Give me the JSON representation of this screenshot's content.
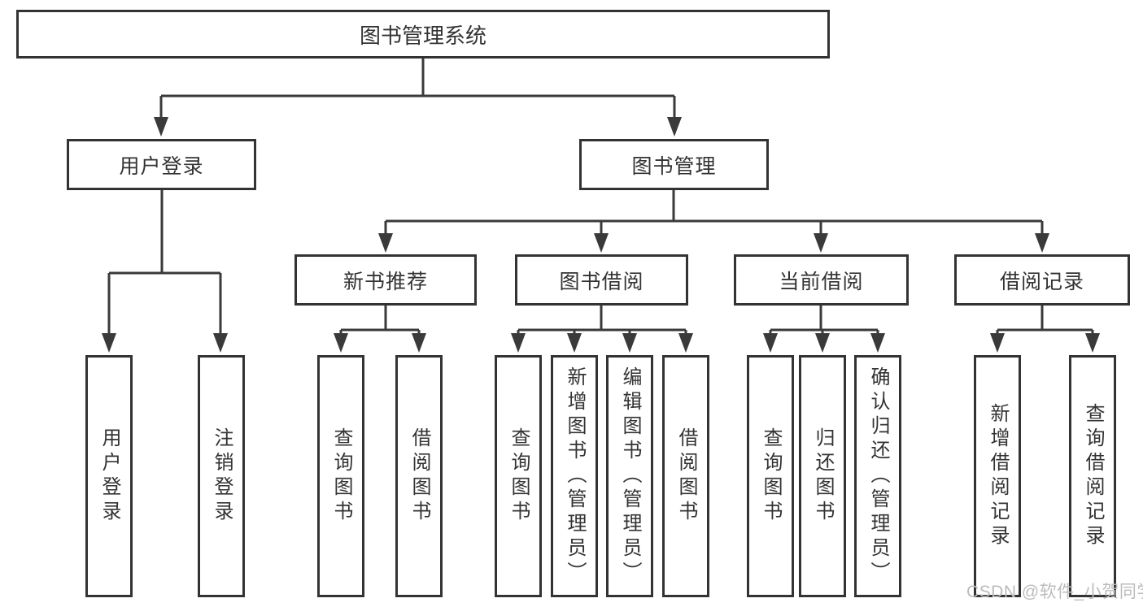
{
  "diagram": {
    "root": {
      "label": "图书管理系统"
    },
    "branches": [
      {
        "id": "user-login",
        "label": "用户登录"
      },
      {
        "id": "book-management",
        "label": "图书管理"
      }
    ],
    "modules": [
      {
        "id": "new-book-recommend",
        "label": "新书推荐"
      },
      {
        "id": "book-borrowing",
        "label": "图书借阅"
      },
      {
        "id": "current-borrowing",
        "label": "当前借阅"
      },
      {
        "id": "borrowing-records",
        "label": "借阅记录"
      }
    ],
    "leaves": {
      "user_login": [
        "用户登录",
        "注销登录"
      ],
      "new_book_recommend": [
        "查询图书",
        "借阅图书"
      ],
      "book_borrowing": [
        "查询图书",
        "新增图书（管理员）",
        "编辑图书（管理员）",
        "借阅图书"
      ],
      "current_borrowing": [
        "查询图书",
        "归还图书",
        "确认归还（管理员）"
      ],
      "borrowing_records": [
        "新增借阅记录",
        "查询借阅记录"
      ]
    },
    "colors": {
      "line": "#3a3a3a",
      "border": "#333333",
      "text": "#333333",
      "watermark": "#bcbcbc"
    },
    "watermark": "CSDN @软件_小贺同学"
  }
}
